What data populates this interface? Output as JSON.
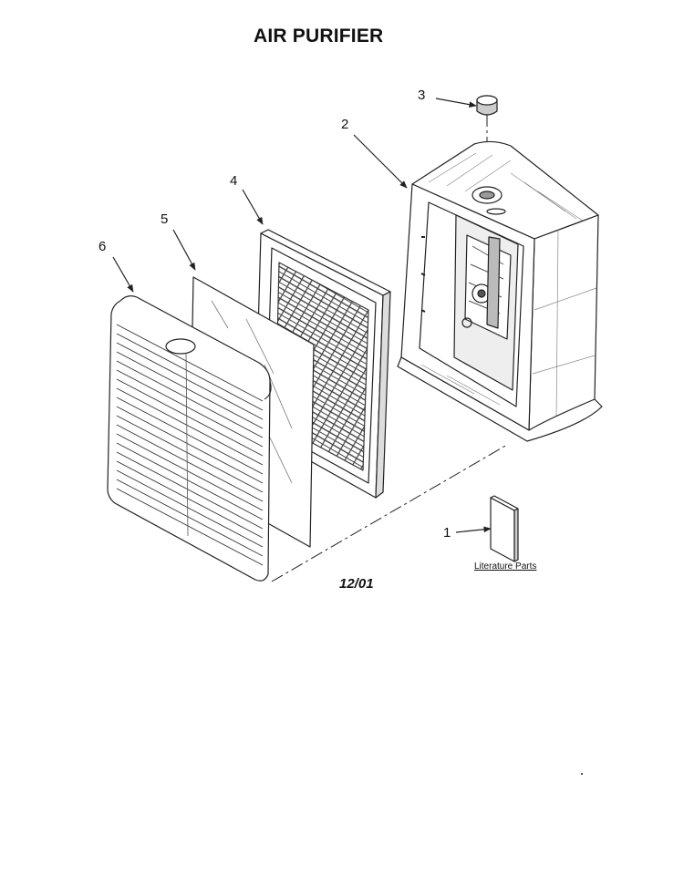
{
  "page": {
    "title": "AIR PURIFIER",
    "date_code": "12/01",
    "literature_label": "Literature Parts"
  },
  "callouts": [
    {
      "id": "1",
      "label": "1",
      "part": "literature"
    },
    {
      "id": "2",
      "label": "2",
      "part": "housing"
    },
    {
      "id": "3",
      "label": "3",
      "part": "knob"
    },
    {
      "id": "4",
      "label": "4",
      "part": "filter"
    },
    {
      "id": "5",
      "label": "5",
      "part": "pre-filter"
    },
    {
      "id": "6",
      "label": "6",
      "part": "grille"
    }
  ],
  "style": {
    "line_color": "#222222",
    "fill_color": "#ffffff"
  }
}
